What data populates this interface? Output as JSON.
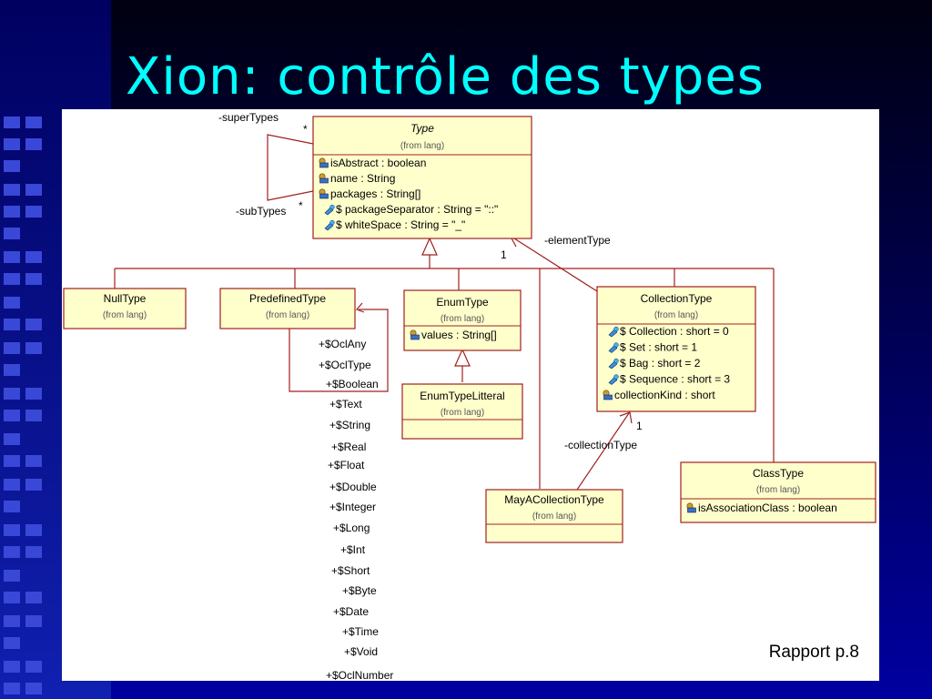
{
  "slide": {
    "title": "Xion: contrôle des types",
    "footer": "Rapport p.8"
  },
  "colors": {
    "title": "#00ffff",
    "box_fill": "#ffffcc",
    "box_border": "#a02020",
    "line": "#a02020"
  },
  "diagram": {
    "classes": [
      {
        "id": "Type",
        "name": "Type",
        "from": "(from lang)",
        "attributes": [
          "isAbstract : boolean",
          "name : String",
          "packages : String[]",
          "$ packageSeparator : String = \"::\"",
          "$ whiteSpace : String = \"_\""
        ]
      },
      {
        "id": "NullType",
        "name": "NullType",
        "from": "(from lang)",
        "attributes": []
      },
      {
        "id": "PredefinedType",
        "name": "PredefinedType",
        "from": "(from lang)",
        "attributes": []
      },
      {
        "id": "EnumType",
        "name": "EnumType",
        "from": "(from lang)",
        "attributes": [
          "values : String[]"
        ]
      },
      {
        "id": "EnumTypeLitteral",
        "name": "EnumTypeLitteral",
        "from": "(from lang)",
        "attributes": []
      },
      {
        "id": "CollectionType",
        "name": "CollectionType",
        "from": "(from lang)",
        "attributes": [
          "$ Collection : short = 0",
          "$ Set : short = 1",
          "$ Bag : short = 2",
          "$ Sequence : short = 3",
          "collectionKind : short"
        ]
      },
      {
        "id": "MayACollectionType",
        "name": "MayACollectionType",
        "from": "(from lang)",
        "attributes": []
      },
      {
        "id": "ClassType",
        "name": "ClassType",
        "from": "(from lang)",
        "attributes": [
          "isAssociationClass : boolean"
        ]
      }
    ],
    "association_labels": {
      "super_types": "-superTypes",
      "super_mult": "*",
      "sub_types": "-subTypes",
      "sub_mult": "*",
      "element_type": "-elementType",
      "element_mult": "1",
      "collection_type": "-collectionType",
      "collection_mult": "1"
    },
    "predefined_constants": [
      "+$OclAny",
      "+$OclType",
      "+$Boolean",
      "+$Text",
      "+$String",
      "+$Real",
      "+$Float",
      "+$Double",
      "+$Integer",
      "+$Long",
      "+$Int",
      "+$Short",
      "+$Byte",
      "+$Date",
      "+$Time",
      "+$Void",
      "+$OclNumber"
    ]
  }
}
